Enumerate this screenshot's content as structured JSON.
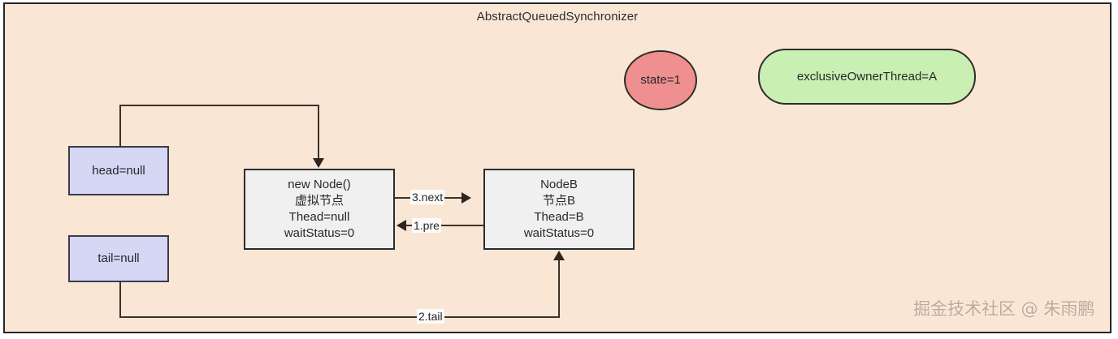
{
  "container": {
    "title": "AbstractQueuedSynchronizer",
    "fill": "#fae6d5",
    "border": "#23272b"
  },
  "state": {
    "label": "state=1",
    "fill": "#ef8f8f"
  },
  "owner": {
    "label": "exclusiveOwnerThread=A",
    "fill": "#c9efb2"
  },
  "refs": {
    "head": "head=null",
    "tail": "tail=null",
    "fill": "#d6d6f5"
  },
  "nodes": {
    "dummy": {
      "line1": "new Node()",
      "line2": "虚拟节点",
      "line3": "Thead=null",
      "line4": "waitStatus=0"
    },
    "nodeB": {
      "line1": "NodeB",
      "line2": "节点B",
      "line3": "Thead=B",
      "line4": "waitStatus=0"
    },
    "fill": "#f0f0f0"
  },
  "edges": {
    "next": "3.next",
    "pre": "1.pre",
    "tail": "2.tail"
  },
  "watermark": {
    "text": "掘金技术社区 @ 朱雨鹏"
  }
}
